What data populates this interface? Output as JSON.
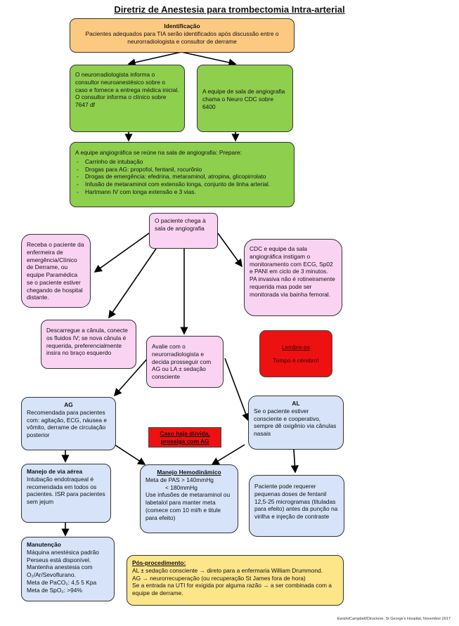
{
  "title": "Diretriz de Anestesia para trombectomia Intra-arterial",
  "identificacao": {
    "heading": "Identificação",
    "text": "Pacientes adequados para TIA serão identificados após discussão entre o neurorradiologista e consultor de derrame"
  },
  "green_left": "O neurorradiologista informa o consultor neuroanestésico sobre o caso e fornece a entrega médica inicial. O consultor informa o clínico sobre 7647 df",
  "green_right": "A equipe de sala de angiografia chama o Neuro CDC sobre 6400",
  "green_wide": {
    "intro": "A equipe angiográfica se reúne na sala de angiografia: Prepare:",
    "items": [
      "Carrinho de intubação",
      "Drogas para AG: propofol, fentanil, rocurônio",
      "Drogas de emergência: efedrina, metaraminol, atropina, glicopirrolato",
      "Infusão de metaraminol com extensão longa, conjunto de linha arterial.",
      "Hartmann IV com longa extensão e 3 vias."
    ]
  },
  "patient_arrives": "O paciente chega à sala de angiografia",
  "receive_patient": "Receba o paciente da enfermeira de emergência/Clínico de Derrame, ou equipe Paramédica se o paciente estiver chegando de hospital distante.",
  "cdc_monitor": {
    "text": "CDC e equipe da sala angiográfica instigam o monitoramento com ECG, Sp02 e PANI em ciclo de 3 minutos.",
    "note": "PA invasiva não é rotineiramente requerida mas pode ser monitorada via bainha femoral."
  },
  "cannula": "Descarregue a cânula, conecte os fluidos IV; se nova cânula é requerida, preferencialmente insira no braço esquerdo",
  "evaluate": "Avalie com o neurorradiologista e decida prosseguir com AG ou LA ± sedação consciente",
  "remember": {
    "heading": "Lembre-se",
    "text": "Tempo é cérebro!"
  },
  "doubt": "Caso haja dúvida, prossiga com AG",
  "ag": {
    "heading": "AG",
    "text": "Recomendada para pacientes com: agitação, ECG, náusea e vômito, derrame de circulação posterior"
  },
  "al": {
    "heading": "AL",
    "text": "Se o paciente estiver consciente e cooperativo, sempre dê oxigênio via cânulas nasais"
  },
  "airway": {
    "heading": "Manejo de via aérea",
    "text": "Intubação endotraqueal é recomendada em todos os pacientes. ISR para pacientes sem jejum"
  },
  "hemo": {
    "heading": "Manejo Hemodinâmico",
    "line1": "Meta de PAS > 140mmHg",
    "line2": "< 180mmHg",
    "text": "Use infusões de metaraminol ou labetalol para manter meta (comece com 10 ml/h e titule para efeito)"
  },
  "fentanyl": "Paciente pode requerer pequenas doses de fentanil 12,5-25 microgramas (tituladas para efeito) antes da punção na virilha e injeção de contraste",
  "maint": {
    "heading": "Manutenção",
    "line1": "Máquina anestésica padrão Perseus está disponível.",
    "line2": "Mantenha anestesia com O₂/Ar/Sevoflurano.",
    "line3": "Meta de PaCO₂: 4,5 5 Kpa",
    "line4": "Meta de SpO₂: >94%"
  },
  "post": {
    "heading": "Pós-procedimento:",
    "line1": "AL ± sedação consciente → direto para a enfermaria William Drummond.",
    "line2": "AG → neurorrecuperação (ou recuperação St James fora de hora)",
    "line3": "Se a entrada na UTI for exigida por alguma razão → a ser combinada com a equipe de derrame."
  },
  "footer": "Ewishi/Campbell/Dinsmore, St George's Hospital, November 2017",
  "colors": {
    "orange": "#fcc980",
    "green": "#8ecf4e",
    "pink": "#fad3f2",
    "blue": "#d6e3f8",
    "red": "#ee1111",
    "lemon": "#fde58a"
  }
}
